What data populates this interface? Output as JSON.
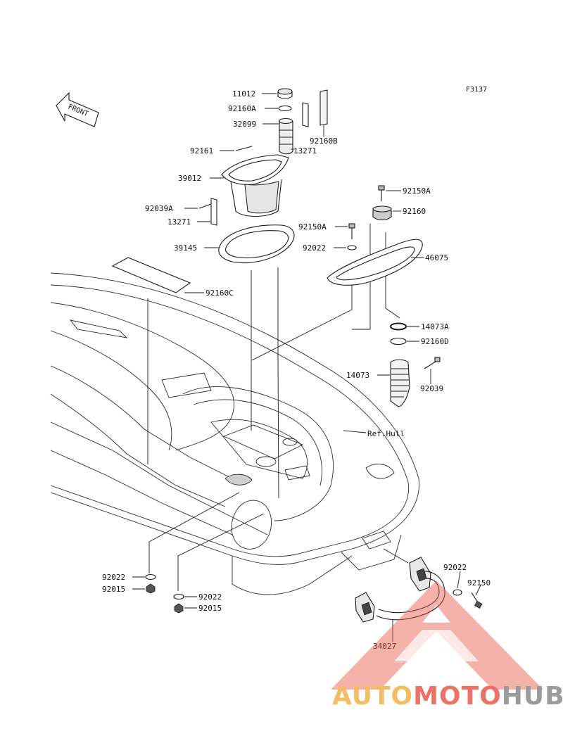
{
  "figure_code": "F3137",
  "front_label": "FRONT",
  "reference_label": "Ref.Hull",
  "parts": {
    "p11012": "11012",
    "p92160A": "92160A",
    "p32099": "32099",
    "p92160B": "92160B",
    "p92161": "92161",
    "p13271_top": "13271",
    "p39012": "39012",
    "p92039A": "92039A",
    "p13271_left": "13271",
    "p39145": "39145",
    "p92160C": "92160C",
    "p92150A_top": "92150A",
    "p92160": "92160",
    "p92150A_mid": "92150A",
    "p92022_mid": "92022",
    "p46075": "46075",
    "p14073A": "14073A",
    "p92160D": "92160D",
    "p14073": "14073",
    "p92039": "92039",
    "p92022_bl": "92022",
    "p92015_bl": "92015",
    "p92022_bc": "92022",
    "p92015_bc": "92015",
    "p92022_br": "92022",
    "p92150": "92150",
    "p34027": "34027"
  },
  "watermark": {
    "auto": "AUTO",
    "moto": "MOTO",
    "hub": "HUB",
    "colors": {
      "auto": "#f2b24a",
      "moto": "#e85a4a",
      "hub": "#8a8a8a",
      "triangle": "#e85a4a"
    }
  }
}
